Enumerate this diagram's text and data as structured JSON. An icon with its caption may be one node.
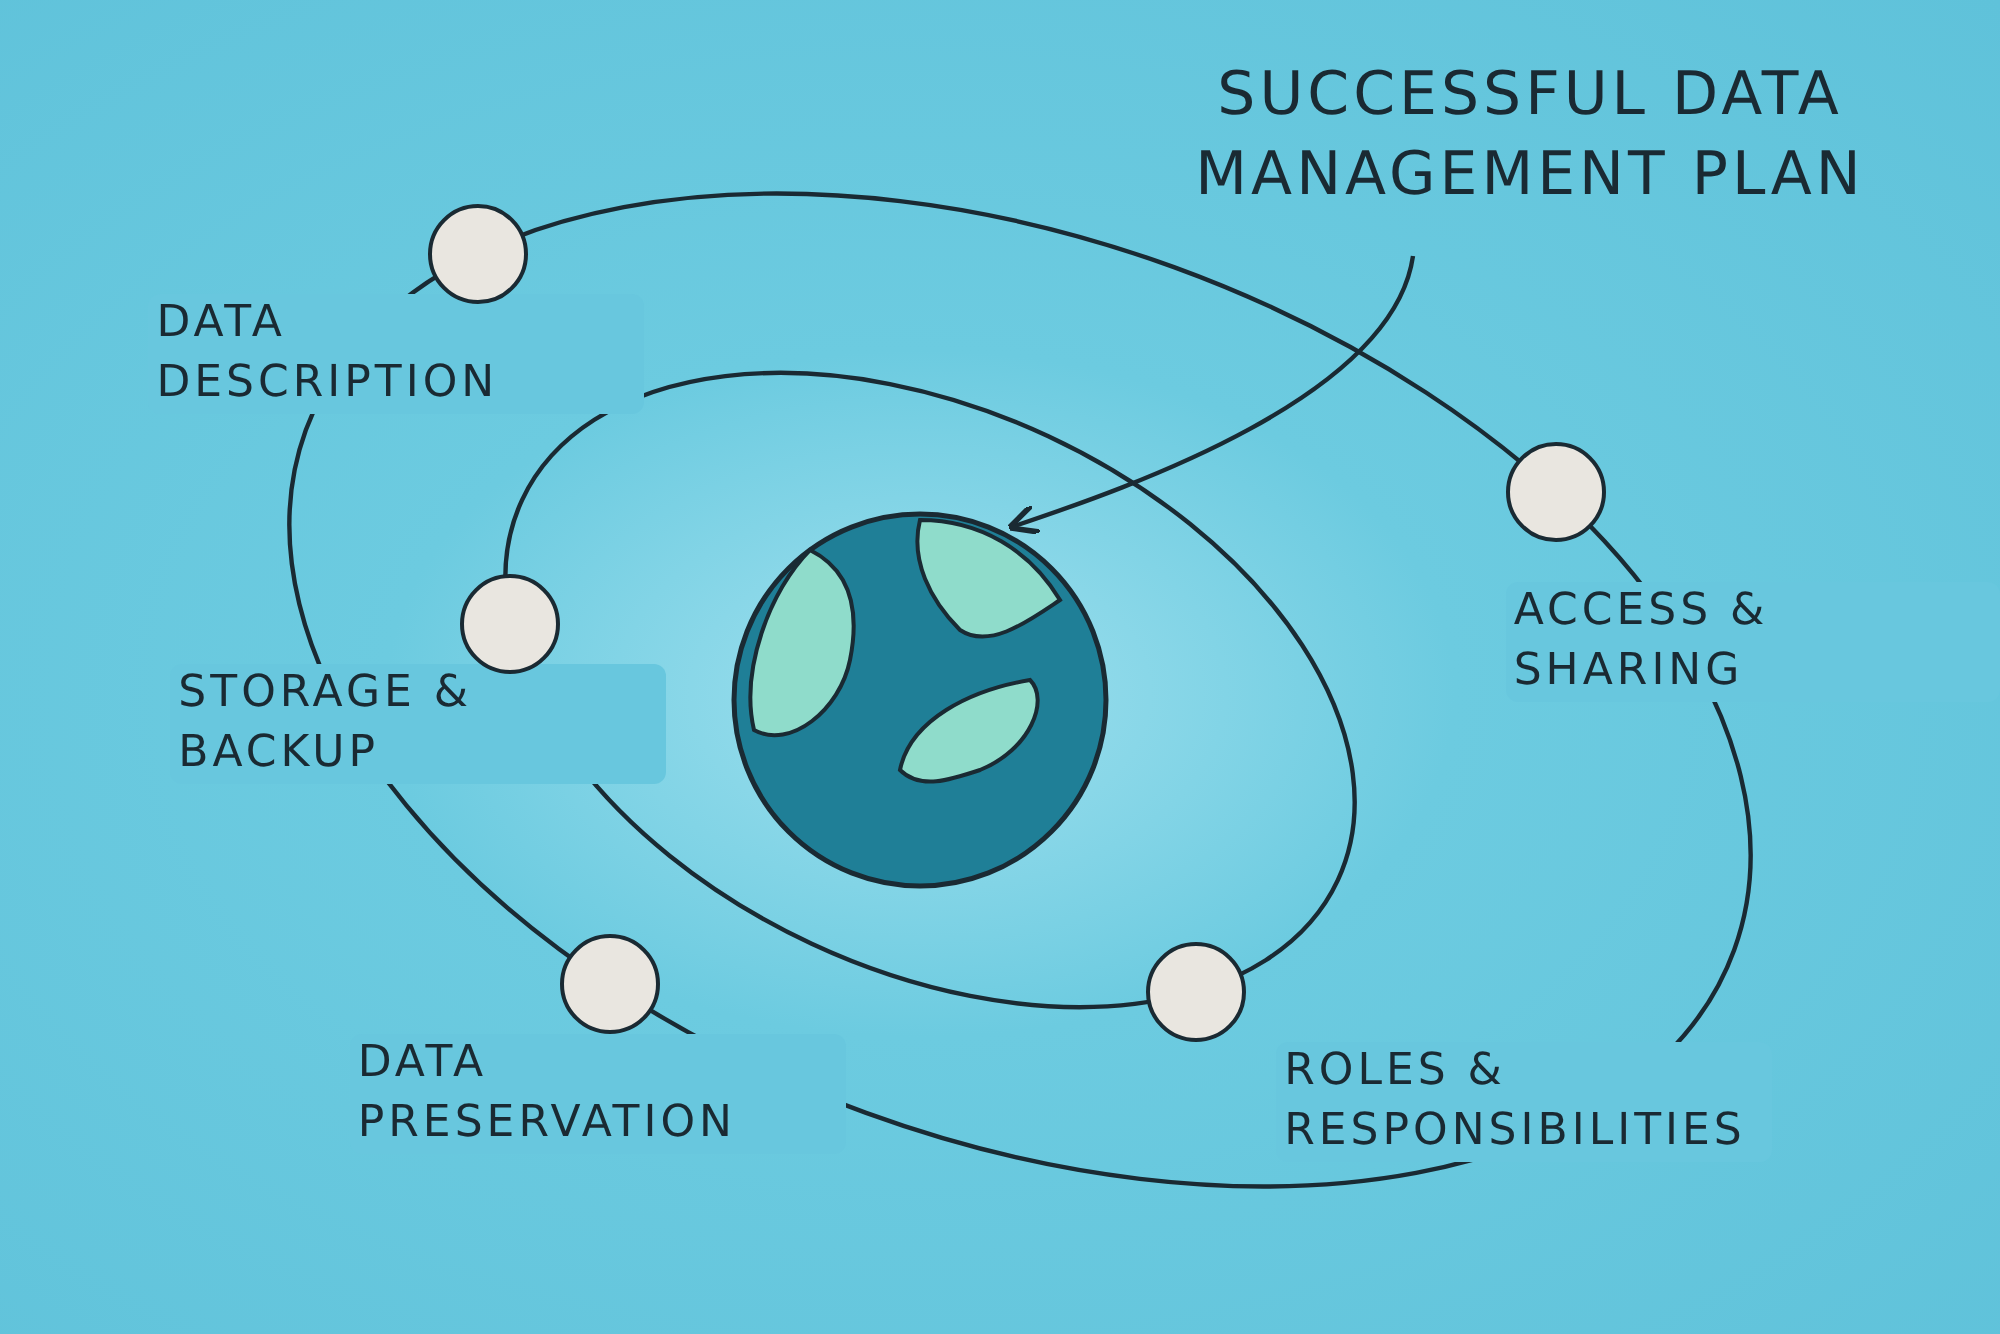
{
  "diagram": {
    "nodes": [
      {
        "text": [
          "SUCCESSFUL DATA MANAGEMENT PLAN"
        ]
      },
      {
        "text": [],
        "shape": "picture"
      },
      {
        "text": [],
        "shape": "circle",
        "beside": [
          "DATA DESCRIPTION"
        ]
      },
      {
        "text": [],
        "shape": "circle",
        "beside": [
          "ACCESS & SHARING"
        ]
      },
      {
        "text": [],
        "shape": "circle",
        "beside": [
          "STORAGE & BACKUP"
        ]
      },
      {
        "text": [],
        "shape": "circle",
        "beside": [
          "ROLES & RESPONSIBILITIES"
        ]
      },
      {
        "text": [],
        "shape": "circle",
        "beside": [
          "DATA PRESERVATION"
        ]
      }
    ],
    "edges": [
      {
        "from": 0,
        "to": 1,
        "arrow": "to"
      }
    ]
  }
}
